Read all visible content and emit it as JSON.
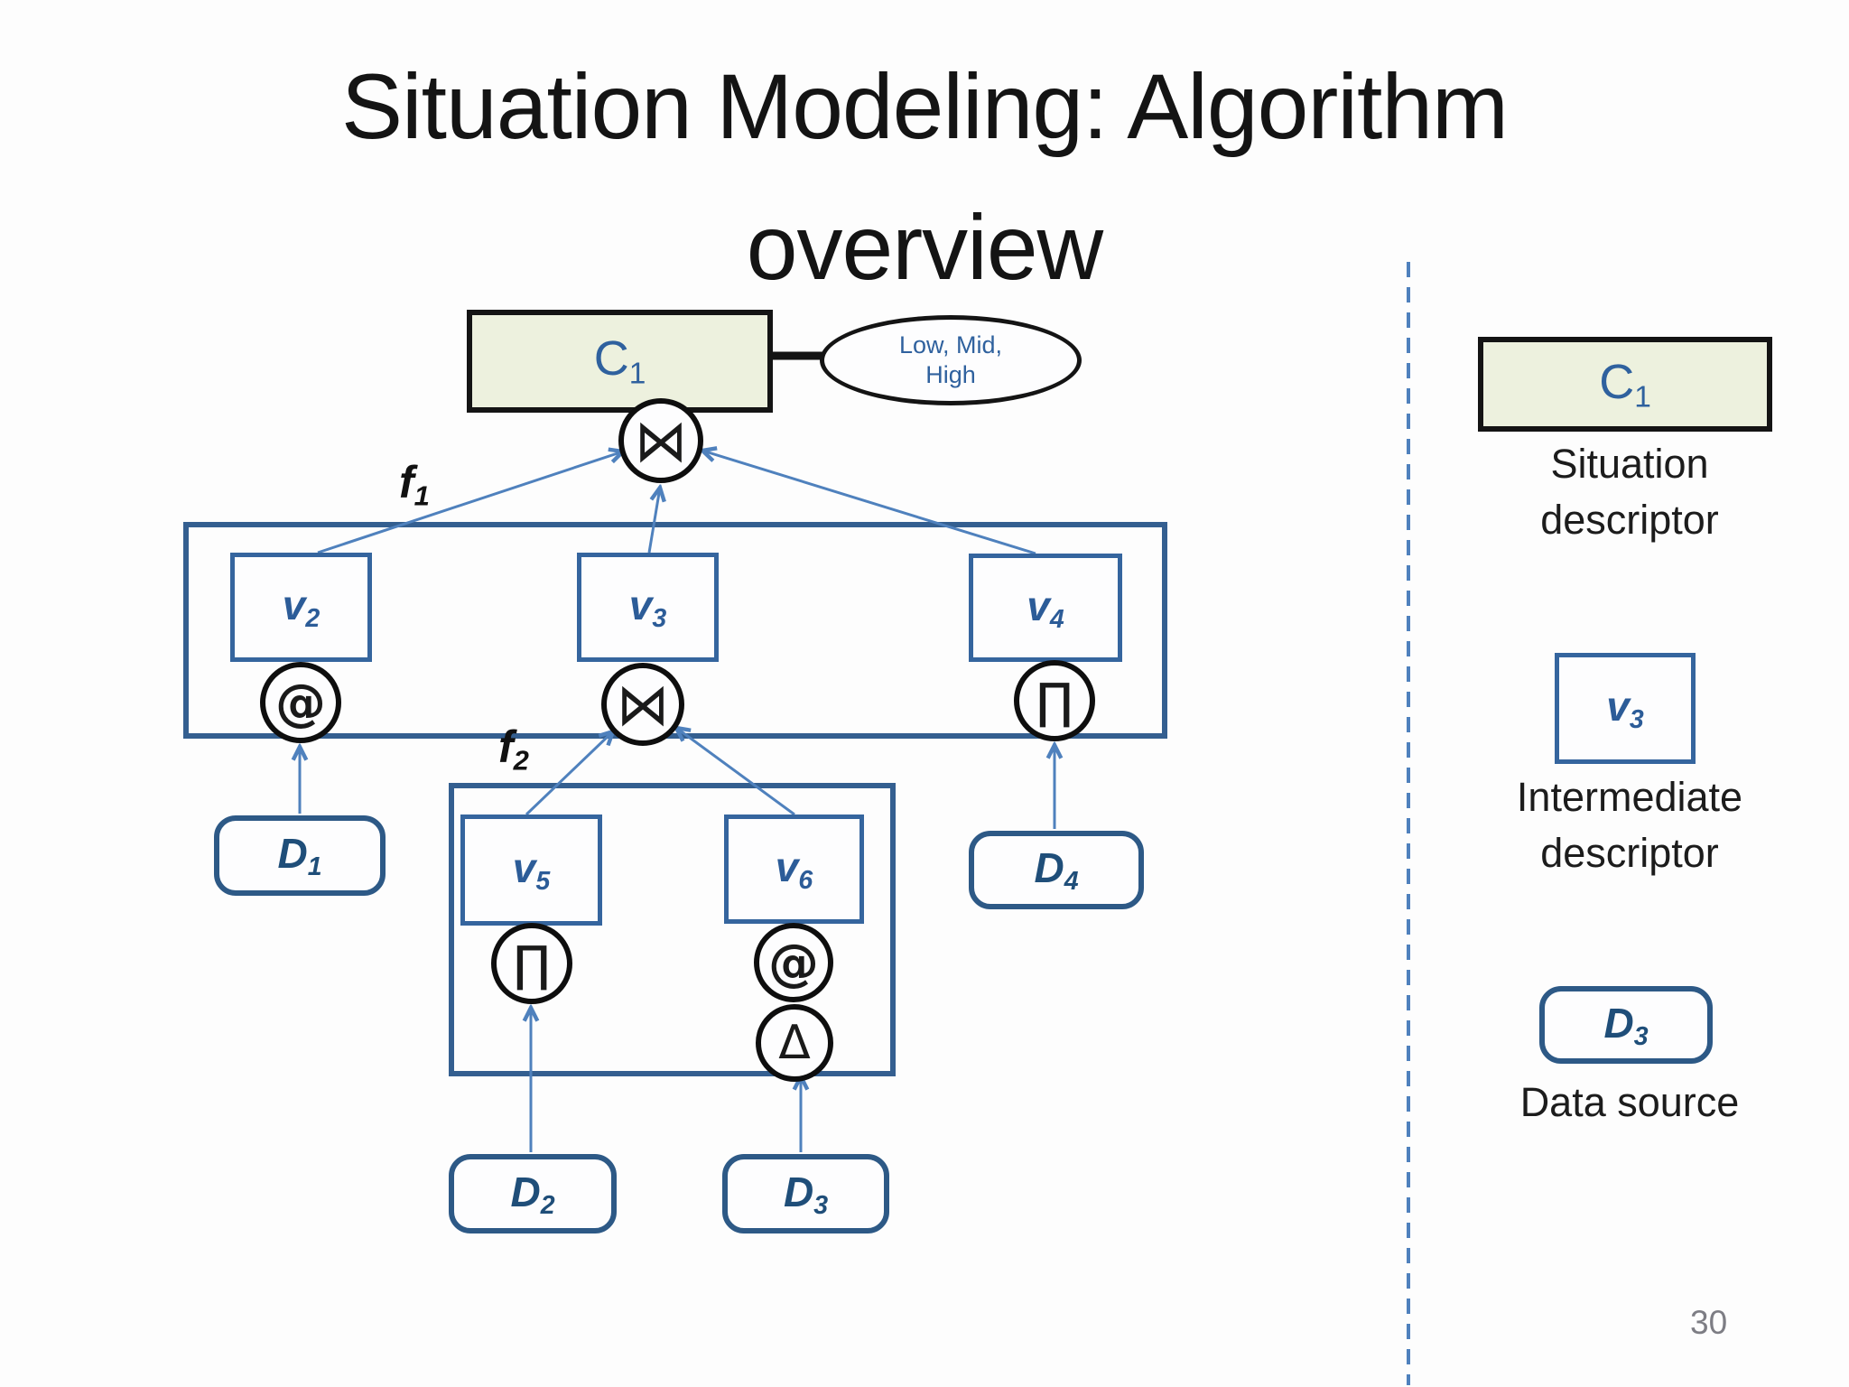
{
  "slide": {
    "title_line1": "Situation Modeling: Algorithm",
    "title_line2": "overview",
    "page_number": "30"
  },
  "colors": {
    "arrow_blue": "#4f81bd",
    "container_border": "#345f90",
    "node_border": "#35659e",
    "datasource_border": "#2d5986",
    "node_text_blue": "#2c5c98",
    "datasource_text_blue": "#1f4e79",
    "situation_fill": "#edf1de",
    "black_border": "#141414",
    "page_number_gray": "#7d7d84"
  },
  "diagram": {
    "situation_node": {
      "base": "C",
      "sub": "1"
    },
    "annotation": {
      "line1": "Low, Mid,",
      "line2": "High"
    },
    "f1_label": {
      "base": "f",
      "sub": "1"
    },
    "f2_label": {
      "base": "f",
      "sub": "2"
    },
    "operators": {
      "join": "⋈",
      "at": "@",
      "project": "∏",
      "delta": "Δ"
    },
    "nodes": {
      "v2": {
        "base": "v",
        "sub": "2"
      },
      "v3": {
        "base": "v",
        "sub": "3"
      },
      "v4": {
        "base": "v",
        "sub": "4"
      },
      "v5": {
        "base": "v",
        "sub": "5"
      },
      "v6": {
        "base": "v",
        "sub": "6"
      }
    },
    "sources": {
      "d1": {
        "base": "D",
        "sub": "1"
      },
      "d2": {
        "base": "D",
        "sub": "2"
      },
      "d3": {
        "base": "D",
        "sub": "3"
      },
      "d4": {
        "base": "D",
        "sub": "4"
      }
    }
  },
  "legend": {
    "situation": {
      "base": "C",
      "sub": "1",
      "label_line1": "Situation",
      "label_line2": "descriptor"
    },
    "intermediate": {
      "base": "v",
      "sub": "3",
      "label_line1": "Intermediate",
      "label_line2": "descriptor"
    },
    "datasource": {
      "base": "D",
      "sub": "3",
      "label": "Data source"
    }
  }
}
